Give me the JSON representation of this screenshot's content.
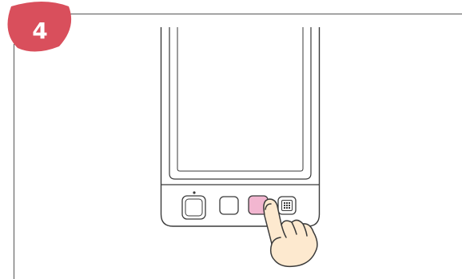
{
  "step": {
    "number": "4",
    "badge_color": "#d94f5c"
  },
  "device": {
    "body_color": "#ffffff",
    "outline_color": "#3a3a3a",
    "buttons": [
      {
        "name": "power",
        "highlighted": false
      },
      {
        "name": "left",
        "highlighted": false
      },
      {
        "name": "middle",
        "highlighted": true,
        "highlight_color": "#f2b6d0"
      },
      {
        "name": "grid",
        "highlighted": false
      }
    ]
  },
  "finger": {
    "skin_color": "#fde9cf",
    "outline_color": "#3a3a3a"
  }
}
